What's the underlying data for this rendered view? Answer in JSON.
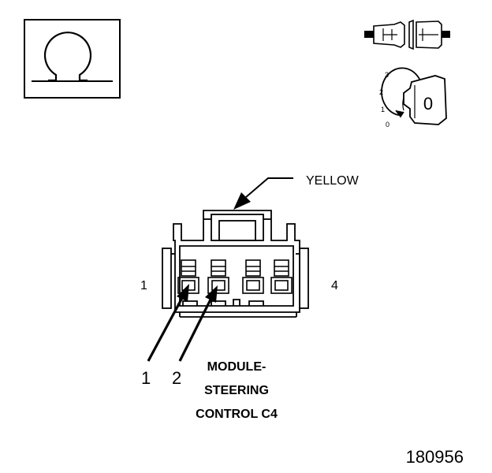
{
  "symbols": {
    "ohm_icon": "ohm-symbol-icon",
    "connector_icon": "connector-disconnect-icon",
    "ignition_icon": "ignition-key-icon"
  },
  "ignition": {
    "positions": [
      "3",
      "2",
      "1",
      "0"
    ],
    "key_label": "0"
  },
  "connector": {
    "wire_color": "YELLOW",
    "pin_left": "1",
    "pin_right": "4",
    "callout_1": "1",
    "callout_2": "2",
    "name_lines": [
      "MODULE-",
      "STEERING",
      "CONTROL C4"
    ]
  },
  "figure_number": "180956"
}
